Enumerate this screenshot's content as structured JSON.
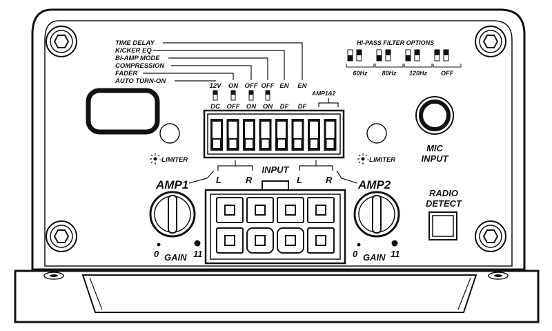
{
  "dip_functions": {
    "time_delay": "TIME DELAY",
    "kicker_eq": "KICKER EQ",
    "bi_amp_mode": "BI-AMP MODE",
    "compression": "COMPRESSION",
    "fader": "FADER",
    "auto_turn_on": "AUTO TURN-ON"
  },
  "switch_positions": [
    {
      "up": "12V",
      "down": "DC"
    },
    {
      "up": "ON",
      "down": "OFF"
    },
    {
      "up": "OFF",
      "down": "ON"
    },
    {
      "up": "OFF",
      "down": "ON"
    },
    {
      "up": "EN",
      "down": "DF"
    },
    {
      "up": "EN",
      "down": "DF"
    }
  ],
  "amp12_label": "AMP1&2",
  "hpf": {
    "title": "HI-PASS FILTER OPTIONS",
    "options": [
      "60Hz",
      "80Hz",
      "120Hz",
      "OFF"
    ]
  },
  "limiter_label": "-LIMITER",
  "input_label": "INPUT",
  "left_label": "L",
  "right_label": "R",
  "amp1_label": "AMP1",
  "amp2_label": "AMP2",
  "gain_label": "GAIN",
  "gain_min": "0",
  "gain_max": "11",
  "mic_label": [
    "MIC",
    "INPUT"
  ],
  "radio_label": [
    "RADIO",
    "DETECT"
  ]
}
